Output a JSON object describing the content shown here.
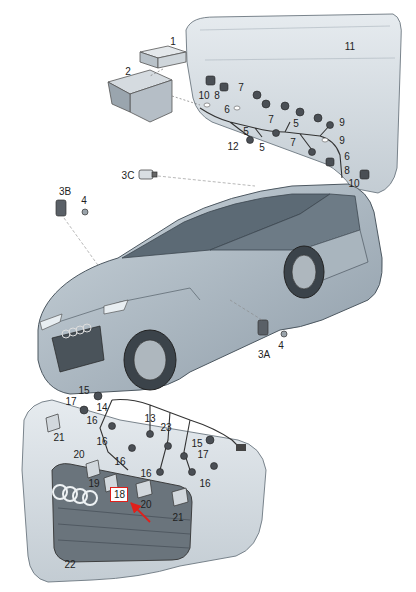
{
  "diagram": {
    "nodes": [
      {
        "text": [
          "18"
        ]
      }
    ],
    "labels": [
      "1",
      "11",
      "2",
      "10",
      "8",
      "7",
      "6",
      "5",
      "7",
      "5",
      "9",
      "12",
      "5",
      "7",
      "9",
      "6",
      "8",
      "10",
      "3C",
      "3B",
      "4",
      "3A",
      "4",
      "15",
      "17",
      "14",
      "16",
      "21",
      "16",
      "13",
      "23",
      "20",
      "16",
      "15",
      "17",
      "16",
      "19",
      "20",
      "16",
      "21",
      "22"
    ]
  }
}
